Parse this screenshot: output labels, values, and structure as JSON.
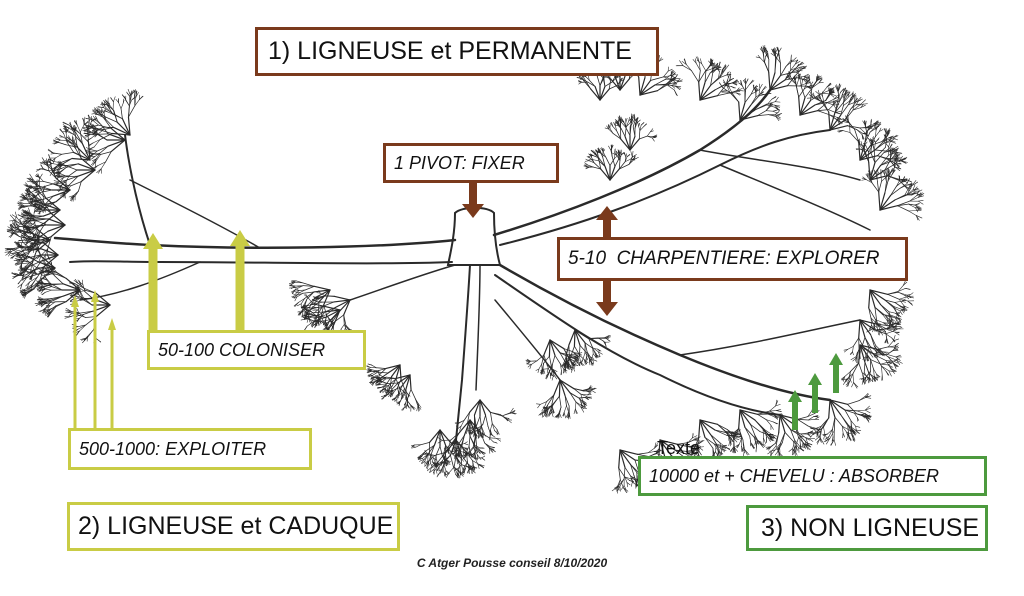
{
  "labels": {
    "title": "1) LIGNEUSE et PERMANENTE",
    "pivot": "1 PIVOT: FIXER",
    "charpentiere": "5-10  CHARPENTIERE: EXPLORER",
    "coloniser": "50-100 COLONISER",
    "exploiter": "500-1000: EXPLOITER",
    "absorber": "10000 et + CHEVELU : ABSORBER",
    "texte": "Texte",
    "caduque": "2) LIGNEUSE et CADUQUE",
    "non_ligneuse": "3) NON LIGNEUSE",
    "credit": "C Atger Pousse conseil 8/10/2020"
  },
  "colors": {
    "brown": "#7a3a1c",
    "yellow": "#c9cc45",
    "green": "#4d9a3e",
    "root": "#2a2a2a"
  }
}
